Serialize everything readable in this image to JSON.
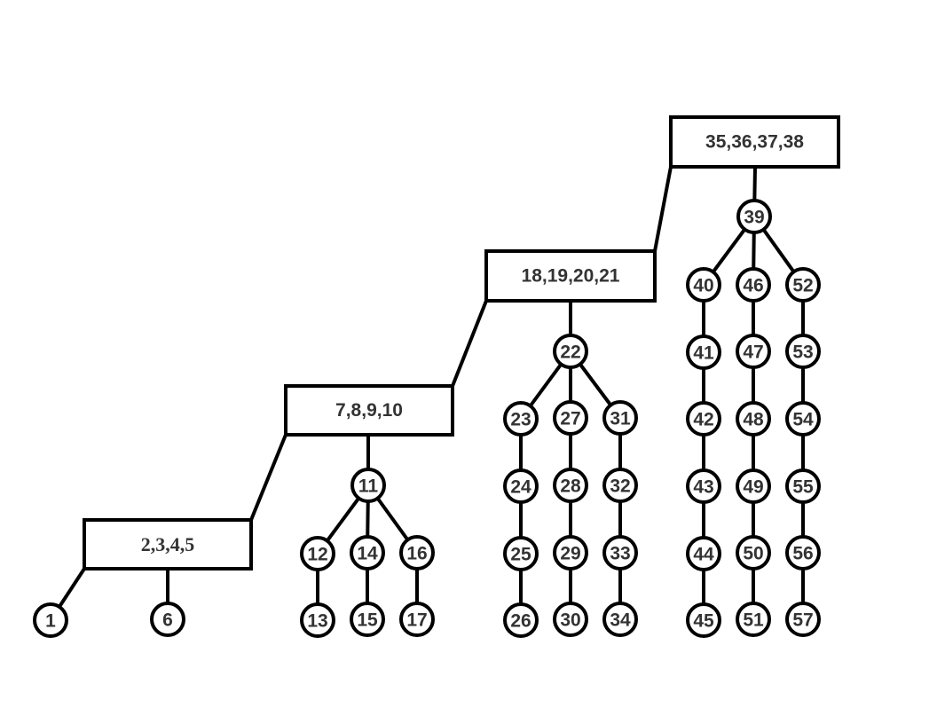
{
  "boxes": [
    {
      "id": "b1",
      "label": "2,3,4,5",
      "style": "serif"
    },
    {
      "id": "b2",
      "label": "7,8,9,10",
      "style": "sans"
    },
    {
      "id": "b3",
      "label": "18,19,20,21",
      "style": "sans"
    },
    {
      "id": "b4",
      "label": "35,36,37,38",
      "style": "sans"
    }
  ],
  "nodes": [
    "1",
    "6",
    "11",
    "12",
    "13",
    "14",
    "15",
    "16",
    "17",
    "22",
    "23",
    "24",
    "25",
    "26",
    "27",
    "28",
    "29",
    "30",
    "31",
    "32",
    "33",
    "34",
    "39",
    "40",
    "41",
    "42",
    "43",
    "44",
    "45",
    "46",
    "47",
    "48",
    "49",
    "50",
    "51",
    "52",
    "53",
    "54",
    "55",
    "56",
    "57"
  ],
  "edges": [
    [
      "b1",
      "1"
    ],
    [
      "b1",
      "6"
    ],
    [
      "b1",
      "b2"
    ],
    [
      "b2",
      "11"
    ],
    [
      "b2",
      "b3"
    ],
    [
      "11",
      "12"
    ],
    [
      "11",
      "14"
    ],
    [
      "11",
      "16"
    ],
    [
      "12",
      "13"
    ],
    [
      "14",
      "15"
    ],
    [
      "16",
      "17"
    ],
    [
      "b3",
      "22"
    ],
    [
      "b3",
      "b4"
    ],
    [
      "22",
      "23"
    ],
    [
      "22",
      "27"
    ],
    [
      "22",
      "31"
    ],
    [
      "23",
      "24"
    ],
    [
      "24",
      "25"
    ],
    [
      "25",
      "26"
    ],
    [
      "27",
      "28"
    ],
    [
      "28",
      "29"
    ],
    [
      "29",
      "30"
    ],
    [
      "31",
      "32"
    ],
    [
      "32",
      "33"
    ],
    [
      "33",
      "34"
    ],
    [
      "b4",
      "39"
    ],
    [
      "39",
      "40"
    ],
    [
      "39",
      "46"
    ],
    [
      "39",
      "52"
    ],
    [
      "40",
      "41"
    ],
    [
      "41",
      "42"
    ],
    [
      "42",
      "43"
    ],
    [
      "43",
      "44"
    ],
    [
      "44",
      "45"
    ],
    [
      "46",
      "47"
    ],
    [
      "47",
      "48"
    ],
    [
      "48",
      "49"
    ],
    [
      "49",
      "50"
    ],
    [
      "50",
      "51"
    ],
    [
      "52",
      "53"
    ],
    [
      "53",
      "54"
    ],
    [
      "54",
      "55"
    ],
    [
      "55",
      "56"
    ],
    [
      "56",
      "57"
    ]
  ]
}
